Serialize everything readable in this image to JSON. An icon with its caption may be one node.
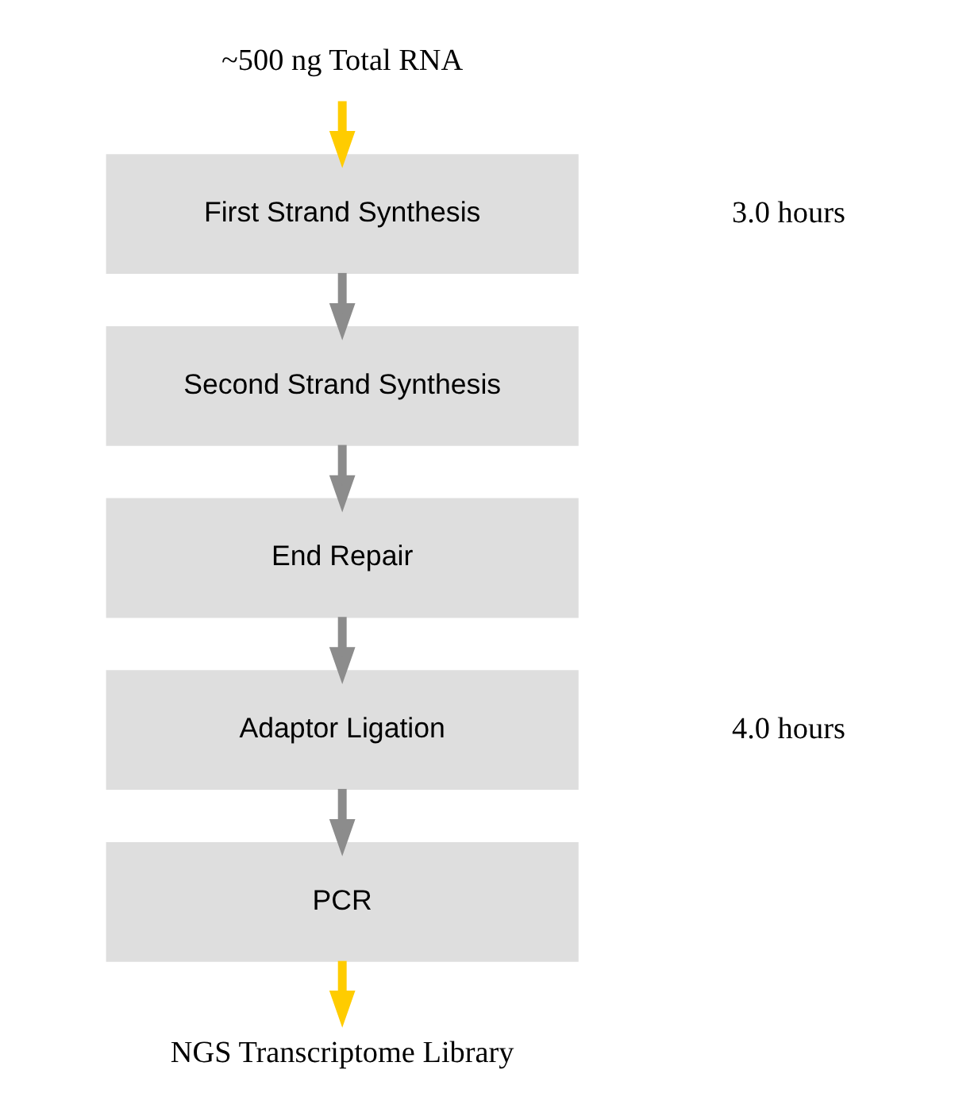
{
  "diagram": {
    "nodes": [
      {
        "text": [
          "~500 ng Total RNA"
        ]
      },
      {
        "text": [
          "First Strand Synthesis"
        ]
      },
      {
        "text": [
          "Second Strand Synthesis"
        ]
      },
      {
        "text": [
          "End Repair"
        ]
      },
      {
        "text": [
          "Adaptor Ligation"
        ]
      },
      {
        "text": [
          "PCR"
        ]
      },
      {
        "text": [
          "NGS Transcriptome Library"
        ]
      }
    ],
    "edges": [
      {
        "from": 0,
        "to": 1,
        "arrow": "to",
        "color": "#ffcc00"
      },
      {
        "from": 1,
        "to": 2,
        "arrow": "to"
      },
      {
        "from": 2,
        "to": 3,
        "arrow": "to"
      },
      {
        "from": 3,
        "to": 4,
        "arrow": "to"
      },
      {
        "from": 4,
        "to": 5,
        "arrow": "to"
      },
      {
        "from": 5,
        "to": 6,
        "arrow": "to",
        "color": "#ffcc00"
      }
    ],
    "labels": [
      "3.0 hours",
      "4.0 hours"
    ]
  }
}
